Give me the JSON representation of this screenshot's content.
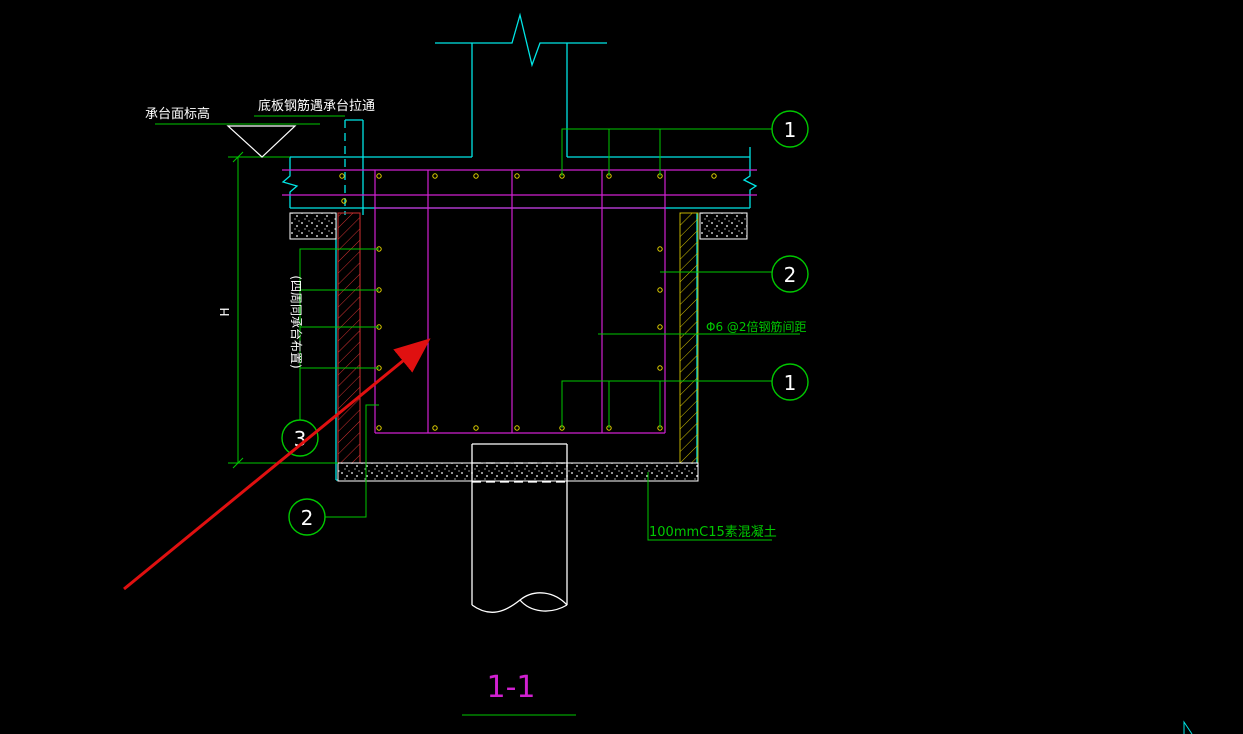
{
  "drawing": {
    "section_title": "1-1",
    "labels": {
      "cap_top_elevation": "承台面标高",
      "bottom_rebar_note": "底板钢筋遇承台拉通",
      "height_dim": "H",
      "side_rebar_note": "(四周同承台布置)",
      "stirrup_note": "Φ6 @2倍钢筋间距",
      "concrete_note": "100mmC15素混凝土"
    },
    "callouts": {
      "top_right_upper": "1",
      "right_middle": "2",
      "right_lower": "1",
      "left_lower": "3",
      "bottom_left": "2"
    },
    "colors": {
      "background": "#000000",
      "cyan": "#00e5e5",
      "green": "#00c800",
      "magenta": "#d020d0",
      "white": "#ffffff",
      "red": "#e01010",
      "yellow": "#e0d000"
    }
  }
}
